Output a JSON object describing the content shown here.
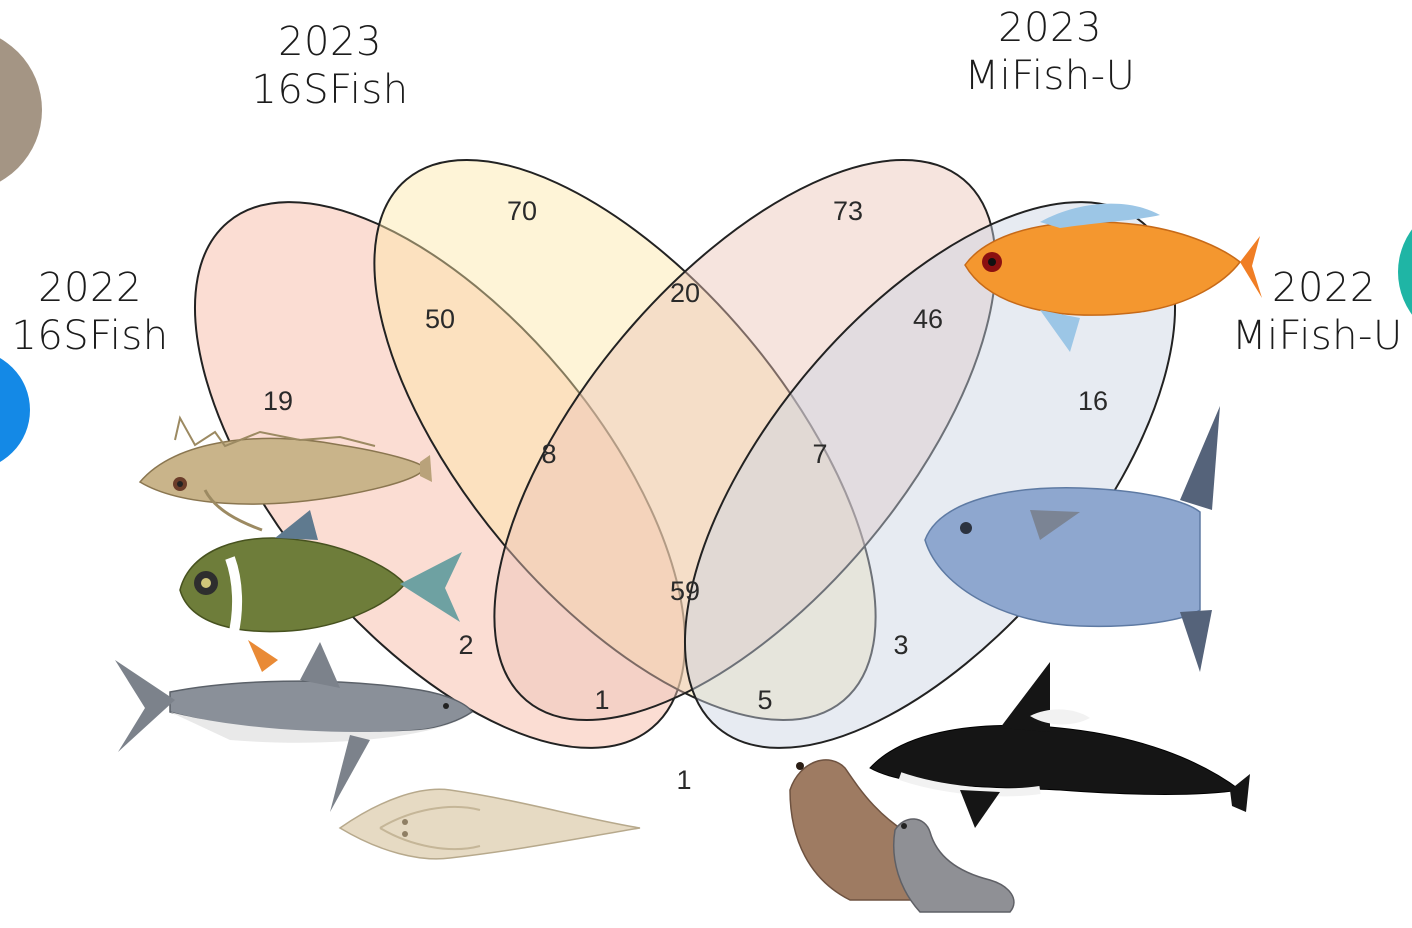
{
  "sets": [
    {
      "key": "A",
      "year": "2022",
      "marker": "16SFish",
      "color": "#f6b49d"
    },
    {
      "key": "B",
      "year": "2023",
      "marker": "16SFish",
      "color": "#fde7a6"
    },
    {
      "key": "C",
      "year": "2023",
      "marker": "MiFish-U",
      "color": "#ecc3b6"
    },
    {
      "key": "D",
      "year": "2022",
      "marker": "MiFish-U",
      "color": "#c9d2e2"
    }
  ],
  "regions": [
    {
      "sets": "A",
      "value": "19"
    },
    {
      "sets": "B",
      "value": "70"
    },
    {
      "sets": "C",
      "value": "73"
    },
    {
      "sets": "D",
      "value": "16"
    },
    {
      "sets": "AB",
      "value": "50"
    },
    {
      "sets": "BC",
      "value": "20"
    },
    {
      "sets": "CD",
      "value": "46"
    },
    {
      "sets": "ABC",
      "value": "8"
    },
    {
      "sets": "BCD",
      "value": "7"
    },
    {
      "sets": "ABCD",
      "value": "59"
    },
    {
      "sets": "AC",
      "value": "2"
    },
    {
      "sets": "BD",
      "value": "3"
    },
    {
      "sets": "ACD",
      "value": "1"
    },
    {
      "sets": "ABD",
      "value": "5"
    },
    {
      "sets": "AD",
      "value": "1"
    }
  ],
  "illustrations": [
    "sculpin-icon",
    "damselfish-icon",
    "shark-icon",
    "guitarfish-icon",
    "orange-fish-icon",
    "sunfish-icon",
    "orca-icon",
    "sea-lion-icon"
  ],
  "decor_colors": {
    "circle_taupe": "#a49584",
    "circle_blue": "#1489e6",
    "circle_teal": "#1fb5a5"
  }
}
